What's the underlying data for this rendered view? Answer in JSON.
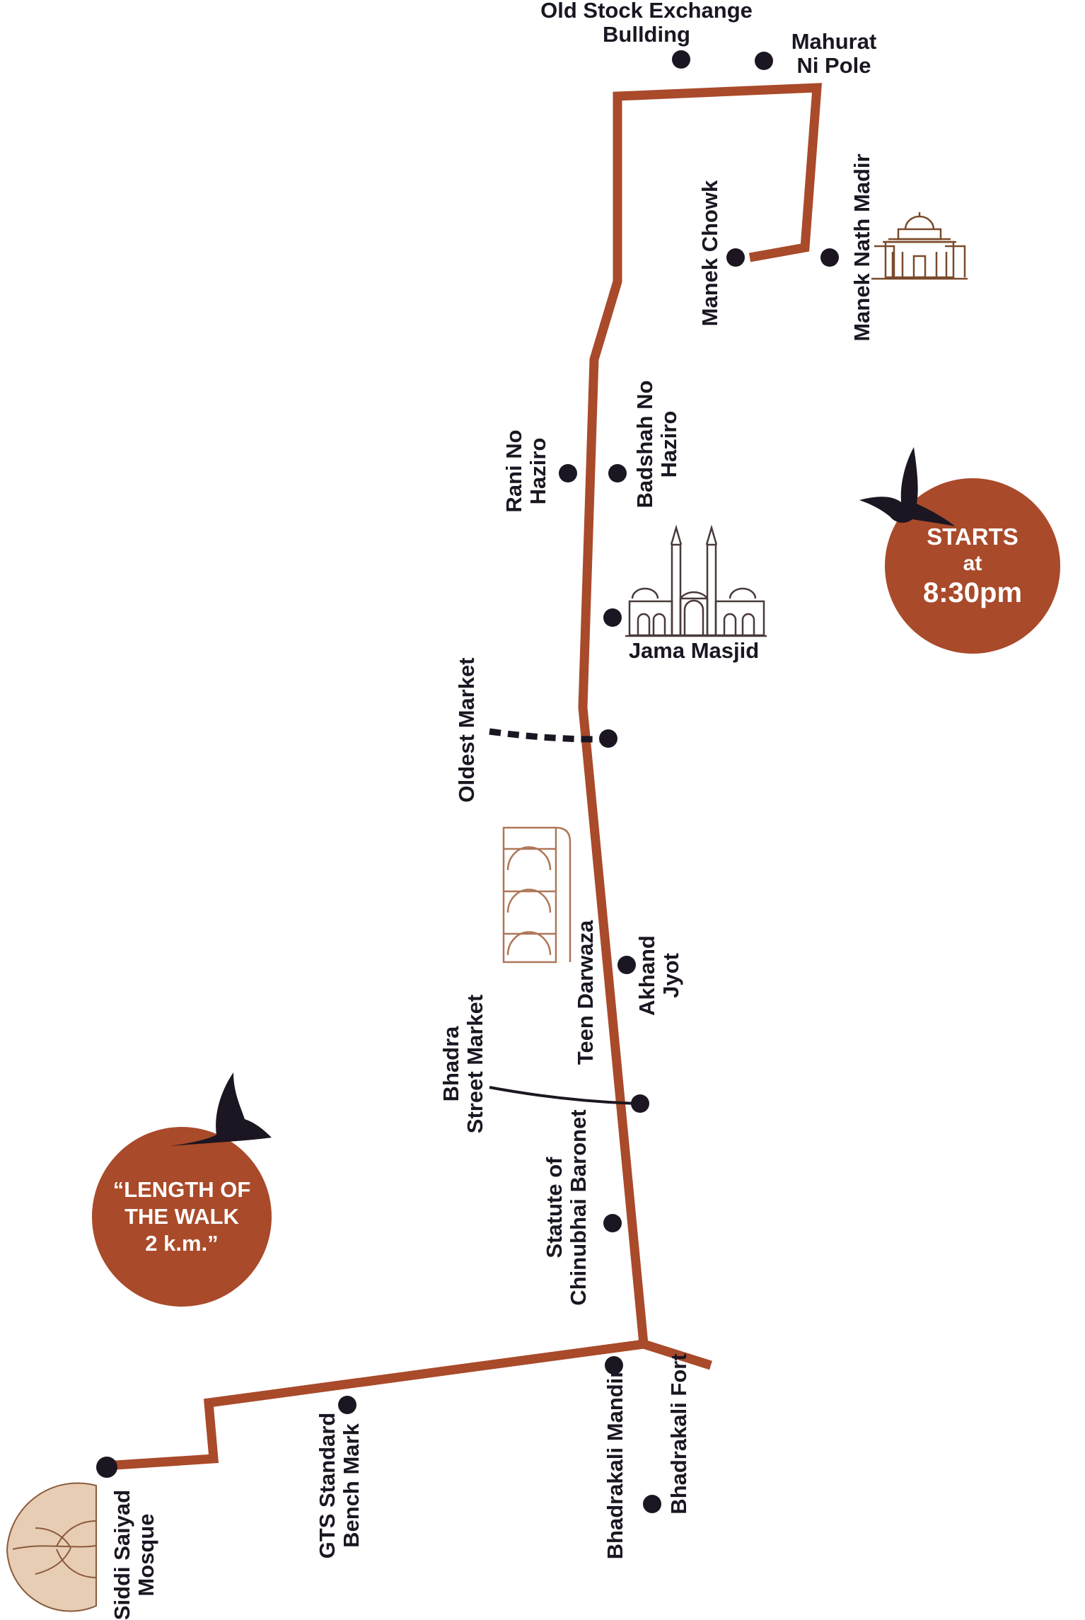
{
  "route": {
    "color": "#a94a2a",
    "dot_color": "#1c1622"
  },
  "stops": [
    {
      "id": "old-stock-exchange",
      "lines": [
        "Old Stock Exchange",
        "Bullding"
      ]
    },
    {
      "id": "mahurat-ni-pole",
      "lines": [
        "Mahurat",
        "Ni Pole"
      ]
    },
    {
      "id": "manek-chowk",
      "lines": [
        "Manek Chowk"
      ]
    },
    {
      "id": "manek-nath-madir",
      "lines": [
        "Manek Nath Madir"
      ]
    },
    {
      "id": "rani-no-haziro",
      "lines": [
        "Rani No",
        "Haziro"
      ]
    },
    {
      "id": "badshah-no-haziro",
      "lines": [
        "Badshah No",
        "Haziro"
      ]
    },
    {
      "id": "jama-masjid",
      "lines": [
        "Jama Masjid"
      ]
    },
    {
      "id": "oldest-market",
      "lines": [
        "Oldest Market"
      ]
    },
    {
      "id": "teen-darwaza",
      "lines": [
        "Teen Darwaza"
      ]
    },
    {
      "id": "akhand-jyot",
      "lines": [
        "Akhand",
        "Jyot"
      ]
    },
    {
      "id": "bhadra-street-market",
      "lines": [
        "Bhadra",
        "Street Market"
      ]
    },
    {
      "id": "statute-chinubhai",
      "lines": [
        "Statute of",
        "Chinubhai Baronet"
      ]
    },
    {
      "id": "bhadrakali-mandir",
      "lines": [
        "Bhadrakali Mandir"
      ]
    },
    {
      "id": "bhadrakali-fort",
      "lines": [
        "Bhadrakali Fort"
      ]
    },
    {
      "id": "gts-bench-mark",
      "lines": [
        "GTS Standard",
        "Bench Mark"
      ]
    },
    {
      "id": "siddi-saiyad-mosque",
      "lines": [
        "Siddi Saiyad",
        "Mosque"
      ]
    }
  ],
  "badges": {
    "start": {
      "lines": [
        "STARTS",
        "at",
        "8:30pm"
      ]
    },
    "length": {
      "lines": [
        "“LENGTH OF",
        "THE WALK",
        "2 k.m.”"
      ]
    }
  },
  "icons": [
    "temple-icon",
    "mosque-icon",
    "gate-icon",
    "dome-icon",
    "bird-icon"
  ]
}
